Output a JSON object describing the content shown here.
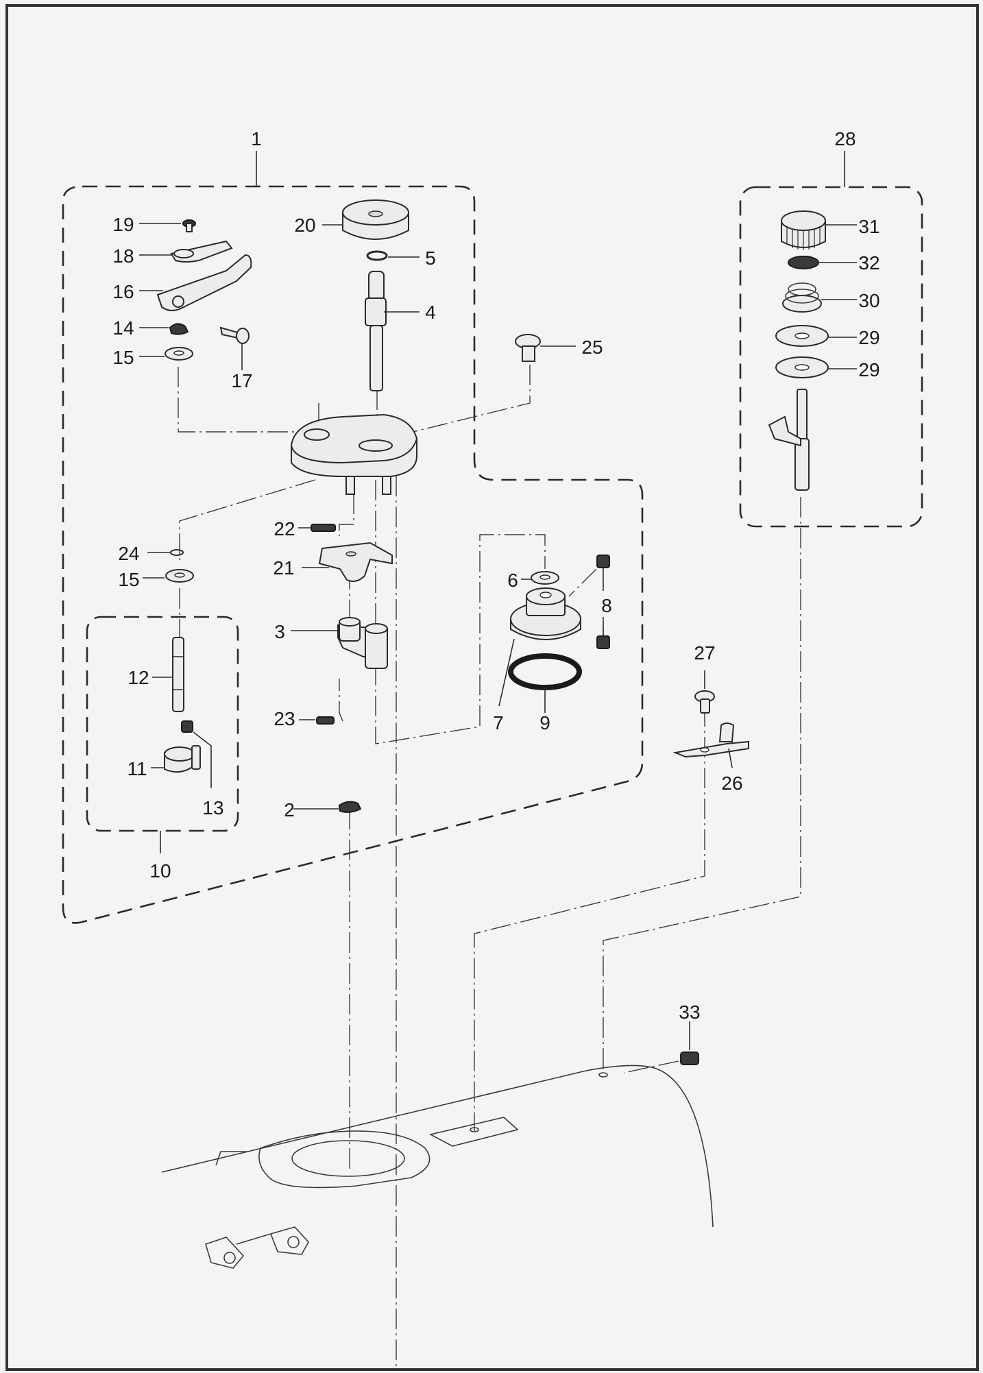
{
  "diagram": {
    "labels": {
      "p1": "1",
      "p2": "2",
      "p3": "3",
      "p4": "4",
      "p5": "5",
      "p6": "6",
      "p7": "7",
      "p8": "8",
      "p9": "9",
      "p10": "10",
      "p11": "11",
      "p12": "12",
      "p13": "13",
      "p14": "14",
      "p15a": "15",
      "p15b": "15",
      "p16": "16",
      "p17": "17",
      "p18": "18",
      "p19": "19",
      "p20": "20",
      "p21": "21",
      "p22": "22",
      "p23": "23",
      "p24": "24",
      "p25": "25",
      "p26": "26",
      "p27": "27",
      "p28": "28",
      "p29a": "29",
      "p29b": "29",
      "p30": "30",
      "p31": "31",
      "p32": "32",
      "p33": "33"
    }
  }
}
